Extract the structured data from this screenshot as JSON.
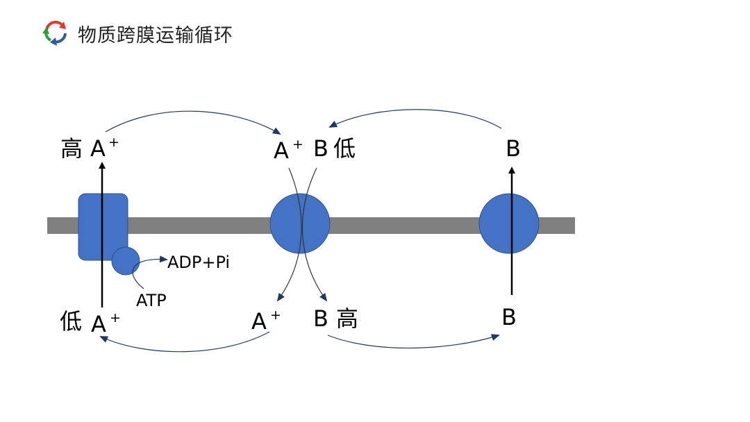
{
  "title": "物质跨膜运输循环",
  "labels": {
    "high_top_left": "高",
    "a_top_left": "A",
    "a_top_mid": "A",
    "b_top_mid": "B",
    "low_top_mid": "低",
    "b_top_right": "B",
    "low_bottom_left": "低",
    "a_bottom_left": "A",
    "a_bottom_mid": "A",
    "b_bottom_mid": "B",
    "high_bottom_mid": "高",
    "b_bottom_right": "B",
    "plus": "+",
    "adp_pi": "ADP+Pi",
    "atp": "ATP"
  },
  "colors": {
    "membrane": "#808080",
    "protein": "#4472C4",
    "protein_stroke": "#2F528F",
    "curve_arrow": "#1F3864"
  },
  "icon": "recycle-arrows-icon"
}
